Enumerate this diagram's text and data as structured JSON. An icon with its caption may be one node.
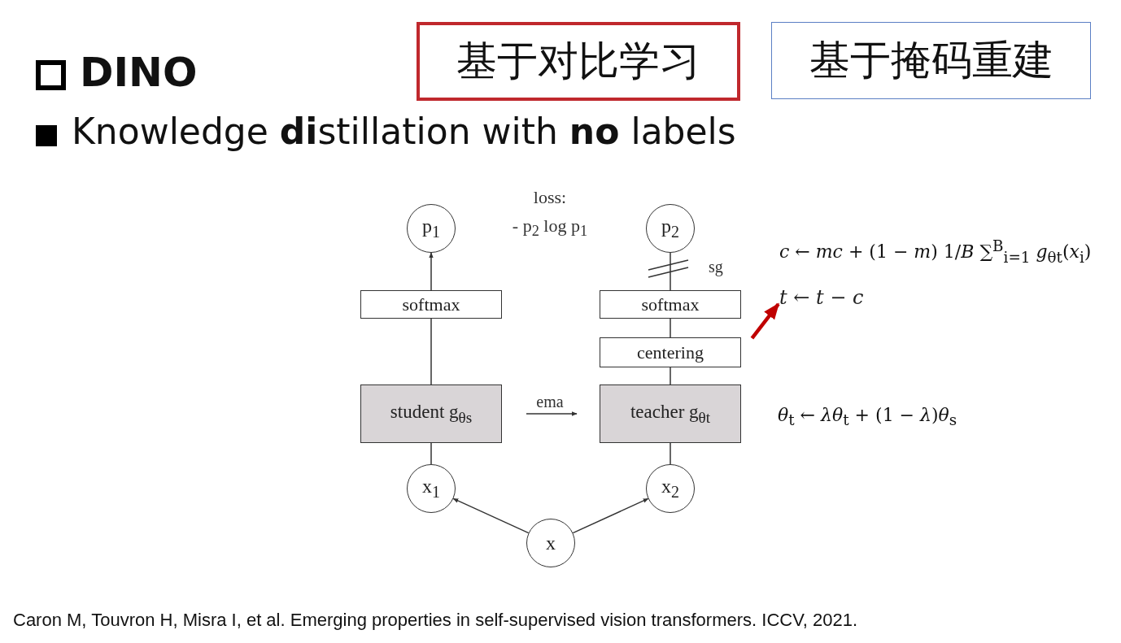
{
  "diagram": {
    "title": "DINO",
    "caption": "Caron M, Touvron H, Misra I, et al. Emerging properties in self-supervised vision transformers. ICCV, 2021.",
    "nodes": [
      {
        "text": [
          "基于对比学习"
        ]
      },
      {
        "text": [
          "基于掩码重建"
        ]
      },
      {
        "text": [
          "p$_{1}$"
        ]
      },
      {
        "text": [
          "p$_{2}$"
        ]
      },
      {
        "text": [
          "softmax"
        ]
      },
      {
        "text": [
          "softmax"
        ]
      },
      {
        "text": [
          "centering"
        ]
      },
      {
        "text": [
          "student g$_{θs}$"
        ]
      },
      {
        "text": [
          "teacher g$_{θt}$"
        ]
      },
      {
        "text": [
          "x$_{1}$"
        ]
      },
      {
        "text": [
          "x$_{2}$"
        ]
      },
      {
        "text": [
          "x"
        ]
      },
      {
        "text": [
          "*t* ← *t* − *c*"
        ]
      }
    ],
    "edges": [
      {
        "from": 4,
        "to": 2,
        "arrow": "to"
      },
      {
        "from": 7,
        "to": 4,
        "arrow": "none"
      },
      {
        "from": 5,
        "to": 3,
        "arrow": "none",
        "label": "sg"
      },
      {
        "from": 6,
        "to": 5,
        "arrow": "none"
      },
      {
        "from": 8,
        "to": 6,
        "arrow": "none"
      },
      {
        "from": 7,
        "to": 8,
        "arrow": "to",
        "label": "ema"
      },
      {
        "from": 9,
        "to": 7,
        "arrow": "none"
      },
      {
        "from": 10,
        "to": 8,
        "arrow": "none"
      },
      {
        "from": 11,
        "to": 9,
        "arrow": "to"
      },
      {
        "from": 11,
        "to": 10,
        "arrow": "to"
      },
      {
        "from": 6,
        "to": 12,
        "arrow": "to",
        "style": "thick",
        "color": "#c00000"
      }
    ],
    "labels": [
      "Knowledge **di**stillation with **no** labels",
      "loss:",
      "- p$_{2}$ log p$_{1}$",
      "*c* ← *mc* + (1 − *m*) 1/*B* ∑$^{B}$$_{i=1}$ *g*$_{θt}$(*x*$_{i}$)",
      "*θ*$_{t}$ ← *λθ*$_{t}$ + (1 − *λ*)*θ*$_{s}$"
    ]
  }
}
